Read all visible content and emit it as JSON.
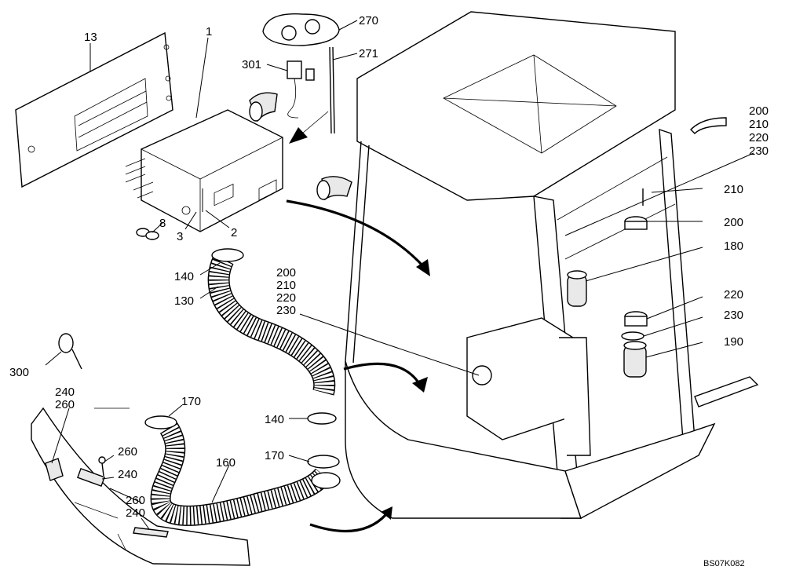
{
  "drawing_ref": "BS07K082",
  "callouts": {
    "c13": "13",
    "c1": "1",
    "c270": "270",
    "c271": "271",
    "c301": "301",
    "c8": "8",
    "c3": "3",
    "c2": "2",
    "c140a": "140",
    "c130": "130",
    "c200a": "200",
    "c210a": "210",
    "c220a": "220",
    "c230a": "230",
    "c200b": "200",
    "c210b": "210",
    "c220b": "220",
    "c230b": "230",
    "c210c": "210",
    "c200c": "200",
    "c180": "180",
    "c220c": "220",
    "c230c": "230",
    "c190": "190",
    "c300": "300",
    "c240a": "240",
    "c260a": "260",
    "c170a": "170",
    "c260b": "260",
    "c240b": "240",
    "c160": "160",
    "c140b": "140",
    "c170b": "170",
    "c260c": "260",
    "c240c": "240"
  }
}
